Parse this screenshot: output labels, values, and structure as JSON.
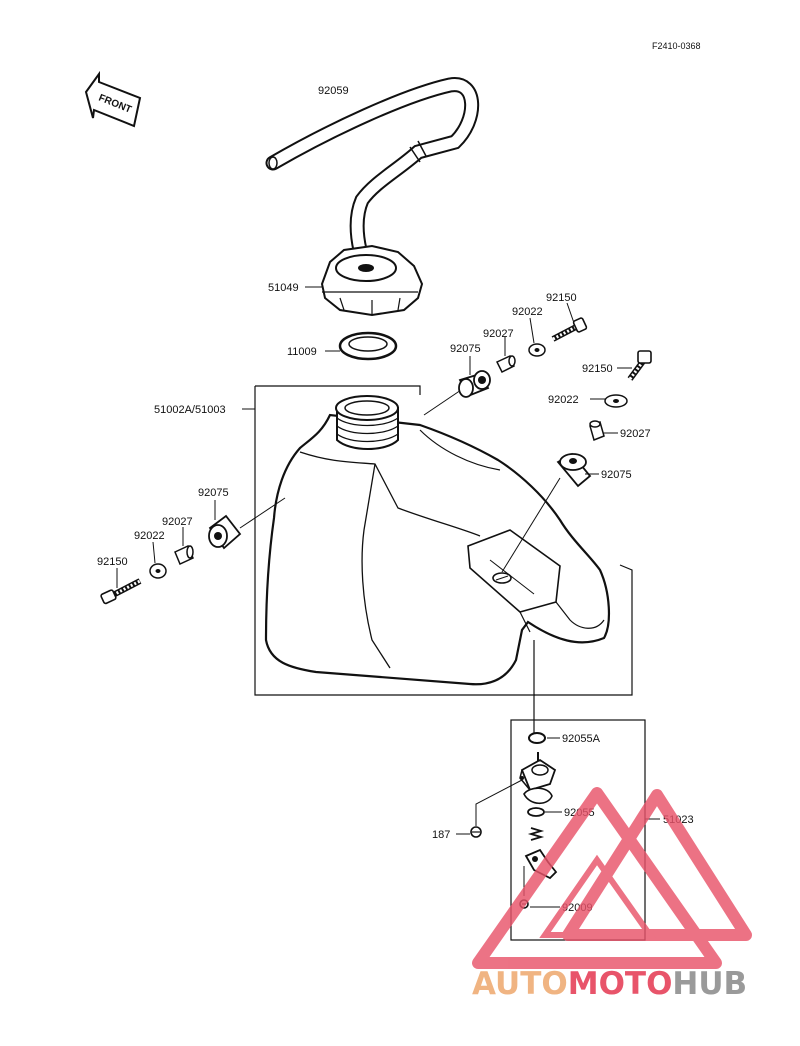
{
  "diagram": {
    "reference_code": "F2410-0368",
    "front_arrow_label": "FRONT",
    "labels": {
      "hose": "92059",
      "cap": "51049",
      "cap_gasket": "11009",
      "tank": "51002A/51003",
      "damper_top": "92075",
      "collar_top": "92027",
      "washer_top": "92022",
      "bolt_top": "92150",
      "bolt_right": "92150",
      "washer_right": "92022",
      "collar_right": "92027",
      "damper_right": "92075",
      "damper_left": "92075",
      "collar_left": "92027",
      "washer_left": "92022",
      "bolt_left": "92150",
      "oring_valve": "92055A",
      "oring_lower": "92055",
      "screw_187": "187",
      "fuel_cock": "51023",
      "screw_bottom": "92009"
    }
  },
  "watermark": {
    "part1": "AUTO",
    "part2": "MOTO",
    "part3": "HUB",
    "color1": "#f0b482",
    "color2": "#e8546a",
    "color3": "#9a9a9a"
  }
}
